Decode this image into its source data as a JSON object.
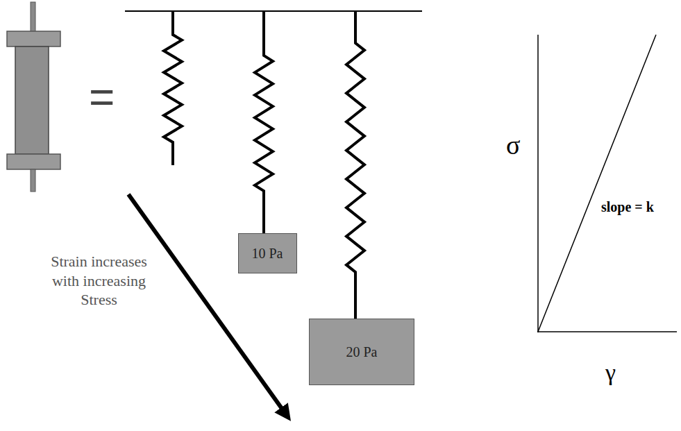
{
  "diagram": {
    "nodes": [
      {
        "text": [
          "10 Pa"
        ]
      },
      {
        "text": [
          "20 Pa"
        ]
      }
    ],
    "labels": [
      "=",
      "Strain increases with increasing Stress",
      "σ",
      "slope = k",
      "γ"
    ]
  }
}
